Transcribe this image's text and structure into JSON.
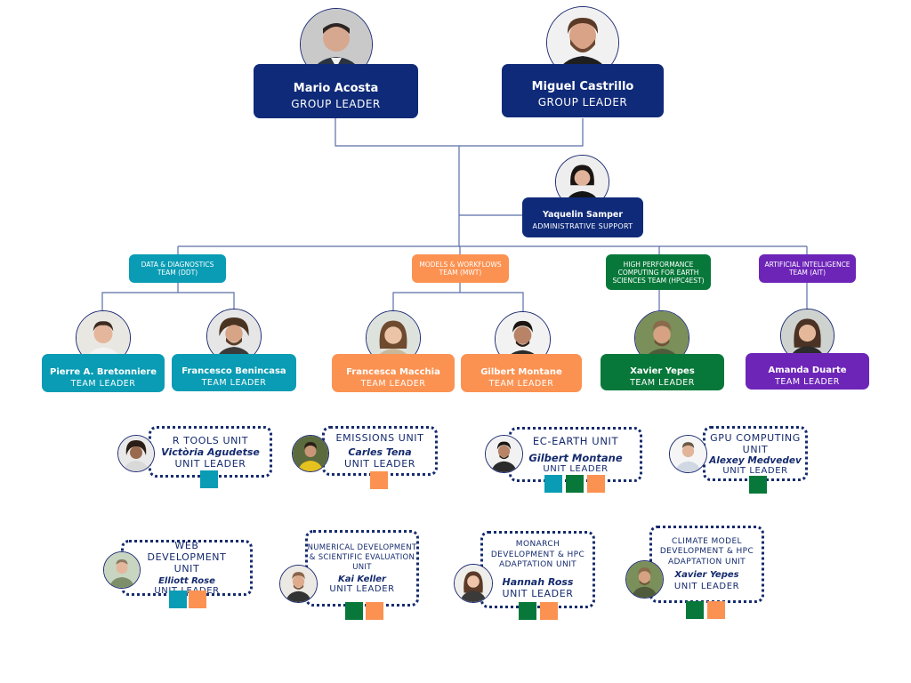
{
  "colors": {
    "navy": "#0f2a78",
    "ddt": "#099cb4",
    "mwt": "#fb9252",
    "hpc4est": "#08783a",
    "ait": "#6d25b8"
  },
  "group_leaders": [
    {
      "name": "Mario Acosta",
      "role": "GROUP LEADER"
    },
    {
      "name": "Miguel Castrillo",
      "role": "GROUP LEADER"
    }
  ],
  "admin": {
    "name": "Yaquelin Samper",
    "role": "ADMINISTRATIVE SUPPORT"
  },
  "teams": [
    {
      "id": "ddt",
      "label": "DATA & DIAGNOSTICS TEAM (DDT)",
      "color": "teal"
    },
    {
      "id": "mwt",
      "label": "MODELS & WORKFLOWS TEAM (MWT)",
      "color": "orange"
    },
    {
      "id": "hpc4est",
      "label": "HIGH PERFORMANCE COMPUTING FOR EARTH SCIENCES TEAM (HPC4EST)",
      "color": "green"
    },
    {
      "id": "ait",
      "label": "ARTIFICIAL INTELLIGENCE TEAM (AIT)",
      "color": "purple"
    }
  ],
  "team_leaders": [
    {
      "name": "Pierre A. Bretonniere",
      "role": "TEAM LEADER",
      "team": "ddt"
    },
    {
      "name": "Francesco Benincasa",
      "role": "TEAM LEADER",
      "team": "ddt"
    },
    {
      "name": "Francesca Macchia",
      "role": "TEAM LEADER",
      "team": "mwt"
    },
    {
      "name": "Gilbert Montane",
      "role": "TEAM LEADER",
      "team": "mwt"
    },
    {
      "name": "Xavier Yepes",
      "role": "TEAM LEADER",
      "team": "hpc4est"
    },
    {
      "name": "Amanda Duarte",
      "role": "TEAM LEADER",
      "team": "ait"
    }
  ],
  "units": [
    {
      "unit": "R TOOLS UNIT",
      "leader": "Victòria Agudetse",
      "role": "UNIT LEADER",
      "teams": [
        "ddt"
      ]
    },
    {
      "unit": "EMISSIONS UNIT",
      "leader": "Carles Tena",
      "role": "UNIT LEADER",
      "teams": [
        "mwt"
      ]
    },
    {
      "unit": "EC-EARTH UNIT",
      "leader": "Gilbert Montane",
      "role": "UNIT LEADER",
      "teams": [
        "ddt",
        "hpc4est",
        "mwt"
      ]
    },
    {
      "unit": "GPU COMPUTING UNIT",
      "leader": "Alexey Medvedev",
      "role": "UNIT LEADER",
      "teams": [
        "hpc4est"
      ]
    },
    {
      "unit": "WEB DEVELOPMENT UNIT",
      "leader": "Elliott Rose",
      "role": "UNIT LEADER",
      "teams": [
        "ddt",
        "mwt"
      ]
    },
    {
      "unit": "NUMERICAL DEVELOPMENT & SCIENTIFIC EVALUATION UNIT",
      "leader": "Kai Keller",
      "role": "UNIT LEADER",
      "teams": [
        "hpc4est",
        "mwt"
      ]
    },
    {
      "unit": "MONARCH DEVELOPMENT & HPC ADAPTATION UNIT",
      "leader": "Hannah Ross",
      "role": "UNIT LEADER",
      "teams": [
        "hpc4est",
        "mwt"
      ]
    },
    {
      "unit": "CLIMATE MODEL DEVELOPMENT & HPC ADAPTATION UNIT",
      "leader": "Xavier Yepes",
      "role": "UNIT LEADER",
      "teams": [
        "hpc4est",
        "mwt"
      ]
    }
  ]
}
